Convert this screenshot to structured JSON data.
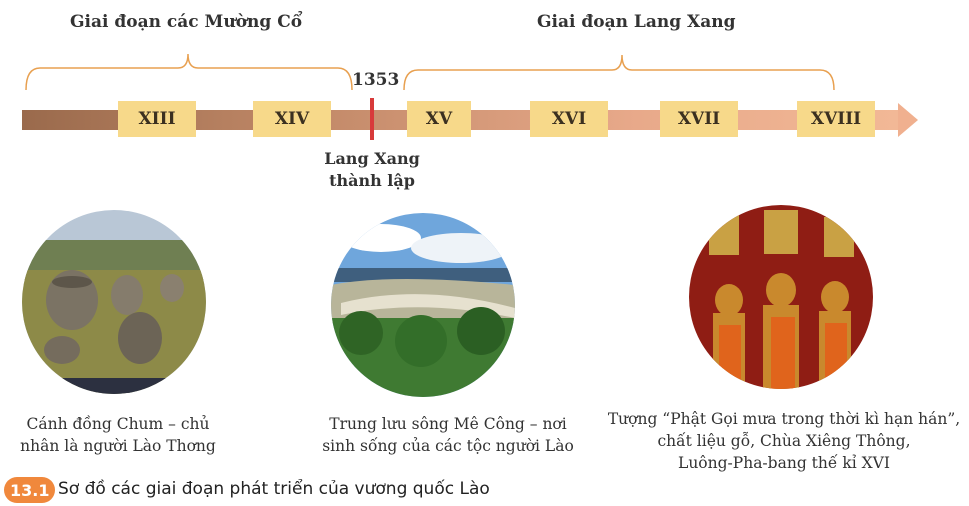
{
  "phases": [
    {
      "label": "Giai đoạn các Mường Cổ"
    },
    {
      "label": "Giai đoạn Lang Xang"
    }
  ],
  "centuries": [
    "XIII",
    "XIV",
    "XV",
    "XVI",
    "XVII",
    "XVIII"
  ],
  "marker": {
    "year": "1353",
    "caption_line1": "Lang Xang",
    "caption_line2": "thành lập",
    "color": "#d83a3a"
  },
  "photos": [
    {
      "caption_line1": "Cánh đồng Chum – chủ",
      "caption_line2": "nhân là người Lào Thơng"
    },
    {
      "caption_line1": "Trung lưu sông Mê Công – nơi",
      "caption_line2": "sinh sống của các tộc người Lào"
    },
    {
      "caption_line1": "Tượng “Phật Gọi mưa trong thời kì hạn hán”,",
      "caption_line2": "chất liệu gỗ, Chùa Xiêng Thông,",
      "caption_line3": "Luông-Pha-bang thế kỉ XVI"
    }
  ],
  "figure": {
    "number": "13.1",
    "title": "Sơ đồ các giai đoạn phát triển của vương quốc Lào",
    "badge_color": "#f0883c"
  },
  "colors": {
    "century_box": "#f7d98a",
    "bar_start": "#9a6a4c",
    "bar_end": "#f2b896"
  }
}
